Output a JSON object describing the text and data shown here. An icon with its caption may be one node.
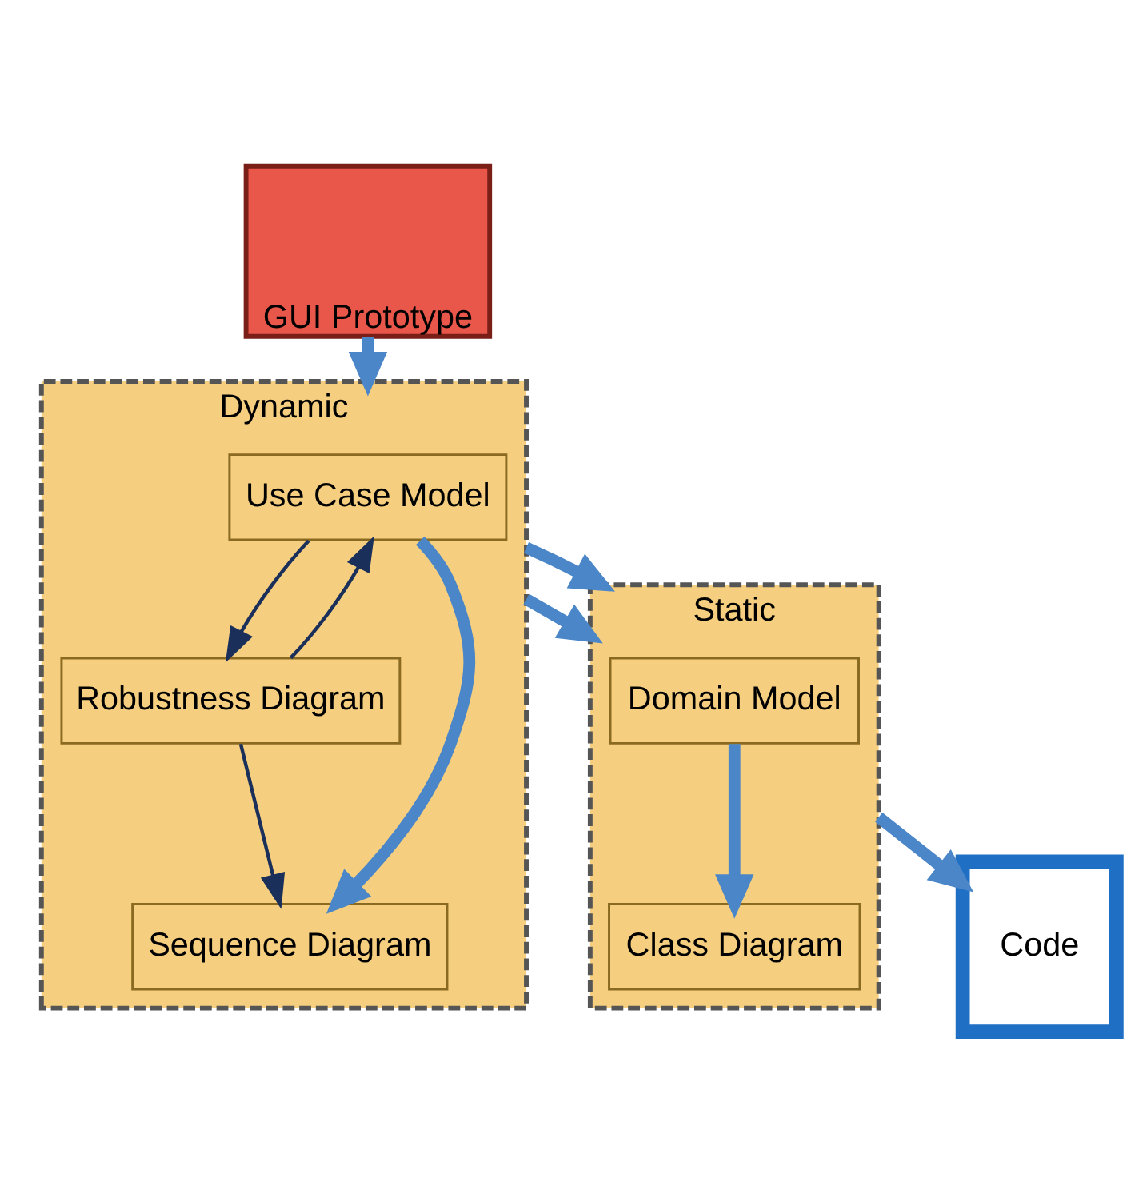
{
  "diagram": {
    "nodes": [
      {
        "text": [
          "Dynamic"
        ]
      },
      {
        "text": [
          "Use Case Model"
        ],
        "in": 0
      },
      {
        "text": [
          "Robustness Diagram"
        ],
        "in": 0
      },
      {
        "text": [
          "Sequence Diagram"
        ],
        "in": 0
      },
      {
        "text": [
          "Static"
        ]
      },
      {
        "text": [
          "Domain Model"
        ],
        "in": 4
      },
      {
        "text": [
          "Class Diagram"
        ],
        "in": 4
      },
      {
        "text": [
          "GUI Prototype"
        ]
      },
      {
        "text": [
          "Code"
        ]
      }
    ],
    "edges": [
      {
        "from": 7,
        "to": 0,
        "arrow": "to"
      },
      {
        "from": 1,
        "to": 3,
        "arrow": "to"
      },
      {
        "from": 2,
        "to": 1,
        "arrow": "to",
        "color": "#1a2f5a"
      },
      {
        "from": 1,
        "to": 2,
        "arrow": "to",
        "color": "#1a2f5a"
      },
      {
        "from": 2,
        "to": 3,
        "arrow": "to",
        "color": "#1a2f5a"
      },
      {
        "from": 0,
        "to": 4,
        "arrow": "to"
      },
      {
        "from": 0,
        "to": 4,
        "arrow": "to"
      },
      {
        "from": 5,
        "to": 6,
        "arrow": "to"
      },
      {
        "from": 4,
        "to": 8,
        "arrow": "to"
      }
    ]
  }
}
